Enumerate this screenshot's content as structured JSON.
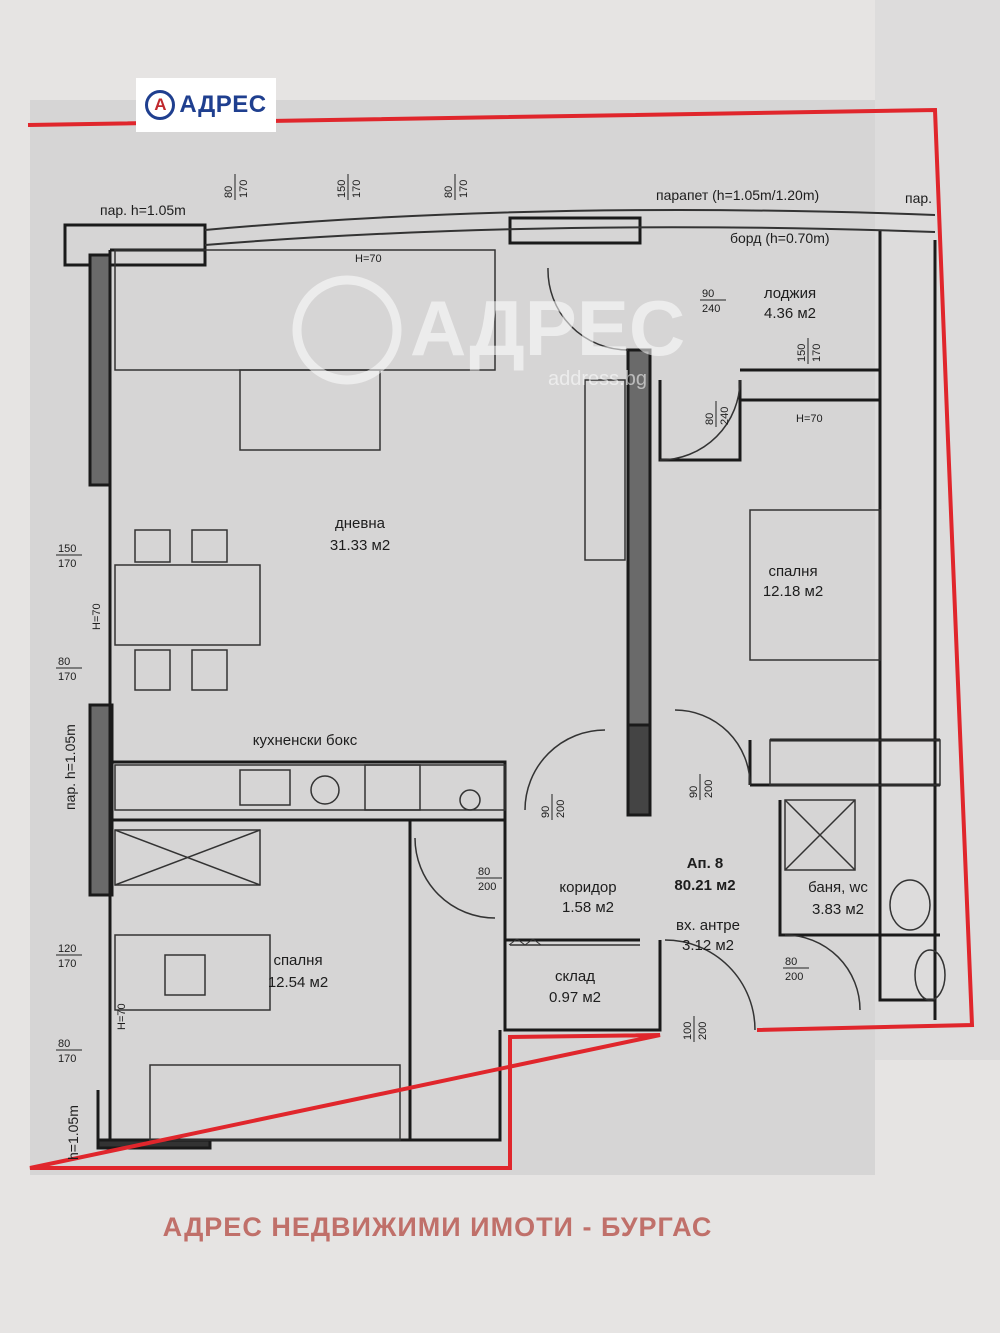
{
  "logo": {
    "text": "АДРЕС",
    "mark": "A"
  },
  "watermark": {
    "text": "АДРЕС",
    "url": "address.bg"
  },
  "footer": "АДРЕС НЕДВИЖИМИ ИМОТИ - БУРГАС",
  "colors": {
    "outline": "#e0262c",
    "brand_blue": "#1f3f8f",
    "footer": "#c0706a",
    "paper": "#d9d8d8"
  },
  "apartment": {
    "name": "Ап. 8",
    "area": "80.21 м2"
  },
  "rooms": [
    {
      "name": "дневна",
      "area": "31.33 м2"
    },
    {
      "name": "лоджия",
      "area": "4.36 м2"
    },
    {
      "name": "спалня",
      "area": "12.18 м2"
    },
    {
      "name": "кухненски бокс",
      "area": ""
    },
    {
      "name": "коридор",
      "area": "1.58 м2"
    },
    {
      "name": "баня, wc",
      "area": "3.83 м2"
    },
    {
      "name": "вх. антре",
      "area": "3.12 м2"
    },
    {
      "name": "спалня",
      "area": "12.54 м2"
    },
    {
      "name": "склад",
      "area": "0.97 м2"
    }
  ],
  "notes": {
    "parapet_left": "пар. h=1.05m",
    "parapet_top": "парапет (h=1.05m/1.20m)",
    "parapet_right": "пар.",
    "bord": "борд (h=0.70m)",
    "parapet_side1": "пар. h=1.05m",
    "parapet_side2": "h=1.05m"
  },
  "dimensions": [
    {
      "w": "80",
      "h": "170"
    },
    {
      "w": "150",
      "h": "170"
    },
    {
      "w": "80",
      "h": "170"
    },
    {
      "w": "150",
      "h": "170"
    },
    {
      "w": "80",
      "h": "170"
    },
    {
      "w": "120",
      "h": "170"
    },
    {
      "w": "80",
      "h": "170"
    },
    {
      "w": "90",
      "h": "240"
    },
    {
      "w": "80",
      "h": "240"
    },
    {
      "w": "150",
      "h": "170"
    },
    {
      "w": "90",
      "h": "200"
    },
    {
      "w": "80",
      "h": "200"
    },
    {
      "w": "80",
      "h": "200"
    },
    {
      "w": "90",
      "h": "200"
    },
    {
      "w": "100",
      "h": "200"
    }
  ],
  "sill": "H=70"
}
